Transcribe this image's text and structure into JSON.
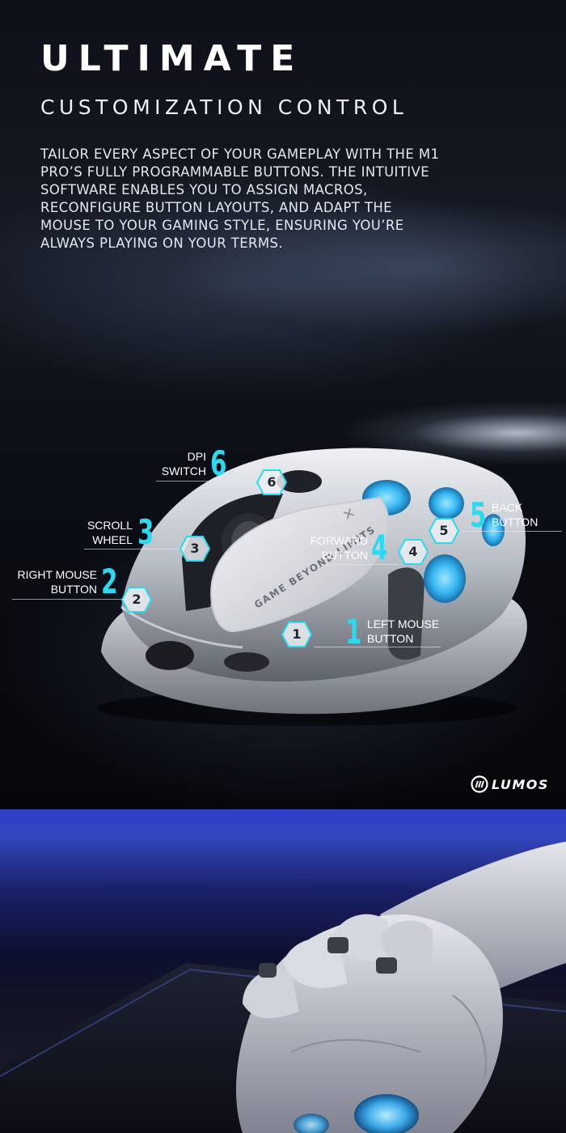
{
  "header": {
    "title": "ULTIMATE",
    "subtitle": "CUSTOMIZATION CONTROL",
    "description": "TAILOR EVERY ASPECT OF YOUR GAMEPLAY WITH THE M1 PRO’S FULLY PROGRAMMABLE BUTTONS. THE INTUITIVE SOFTWARE ENABLES YOU TO ASSIGN MACROS, RECONFIGURE BUTTON LAYOUTS, AND ADAPT THE MOUSE TO YOUR GAMING STYLE, ENSURING YOU’RE ALWAYS PLAYING ON YOUR TERMS."
  },
  "mouse_print": "GAME BEYOND LIMITS",
  "callouts": [
    {
      "number": "1",
      "line1": "LEFT MOUSE",
      "line2": "BUTTON"
    },
    {
      "number": "2",
      "line1": "RIGHT MOUSE",
      "line2": "BUTTON"
    },
    {
      "number": "3",
      "line1": "SCROLL",
      "line2": "WHEEL"
    },
    {
      "number": "4",
      "line1": "FORWARD",
      "line2": "BUTTON"
    },
    {
      "number": "5",
      "line1": "BACK",
      "line2": "BUTTON"
    },
    {
      "number": "6",
      "line1": "DPI",
      "line2": "SWITCH"
    }
  ],
  "brand": {
    "name": "LUMOS",
    "icon": "lumos-logo-icon"
  },
  "colors": {
    "accent": "#2fd8ee",
    "background": "#0a0c12",
    "glow": "#36b6f2"
  }
}
